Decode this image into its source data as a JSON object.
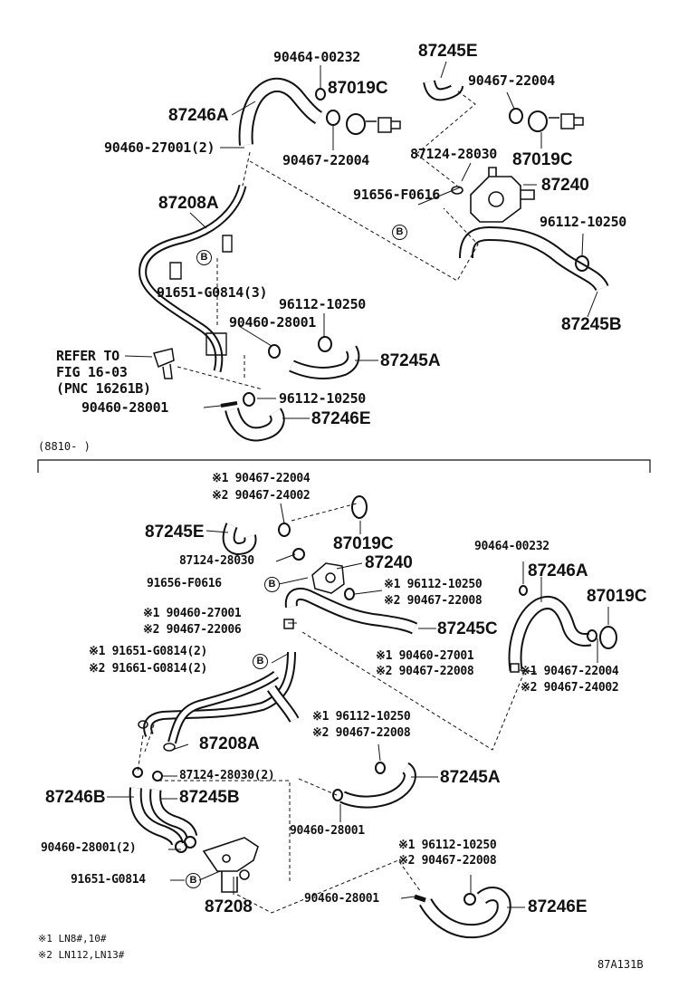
{
  "top": {
    "labels": {
      "p90464_00232": "90464-00232",
      "p87245E": "87245E",
      "p87019C_a": "87019C",
      "p90467_22004_a": "90467-22004",
      "p87246A": "87246A",
      "p90460_27001_2": "90460-27001(2)",
      "p90467_22004_b": "90467-22004",
      "p87124_28030": "87124-28030",
      "p87019C_b": "87019C",
      "p87208A": "87208A",
      "p91656_F0616": "91656-F0616",
      "p87240": "87240",
      "p96112_10250_a": "96112-10250",
      "p91651_G0814_3": "91651-G0814(3)",
      "p96112_10250_b": "96112-10250",
      "p90460_28001_a": "90460-28001",
      "p87245A": "87245A",
      "p87245B": "87245B",
      "refer_line1": "REFER TO",
      "refer_line2": "FIG 16-03",
      "refer_line3": "(PNC 16261B)",
      "p90460_28001_b": "90460-28001",
      "p96112_10250_c": "96112-10250",
      "p87246E": "87246E"
    },
    "marker_B": "B"
  },
  "bottom": {
    "section_header": "(8810-      )",
    "labels": {
      "n1_90467_22004": "※1 90467-22004",
      "n2_90467_24002": "※2 90467-24002",
      "p87245E": "87245E",
      "p87019C_a": "87019C",
      "p87124_28030": "87124-28030",
      "p87240": "87240",
      "p91656_F0616": "91656-F0616",
      "n1_96112_10250_a": "※1 96112-10250",
      "n2_90467_22008_a": "※2 90467-22008",
      "p90464_00232": "90464-00232",
      "p87246A": "87246A",
      "p87019C_b": "87019C",
      "n1_90460_27001_a": "※1 90460-27001",
      "n2_90467_22006": "※2 90467-22006",
      "p87245C": "87245C",
      "n1_91651_G0814_2": "※1 91651-G0814(2)",
      "n2_91661_G0814_2": "※2 91661-G0814(2)",
      "n1_90460_27001_b": "※1 90460-27001",
      "n2_90467_22008_b": "※2 90467-22008",
      "n1_90467_22004_b": "※1 90467-22004",
      "n2_90467_24002_b": "※2 90467-24002",
      "n1_96112_10250_b": "※1 96112-10250",
      "n2_90467_22008_c": "※2 90467-22008",
      "p87208A": "87208A",
      "p87124_28030_2": "87124-28030(2)",
      "p87245A": "87245A",
      "p87246B": "87246B",
      "p87245B": "87245B",
      "p90460_28001_a": "90460-28001",
      "p90460_28001_2": "90460-28001(2)",
      "p91651_G0814": "91651-G0814",
      "n1_96112_10250_c": "※1 96112-10250",
      "n2_90467_22008_d": "※2 90467-22008",
      "p87208": "87208",
      "p90460_28001_b": "90460-28001",
      "p87246E": "87246E"
    },
    "marker_B": "B"
  },
  "footnotes": {
    "note1": "※1 LN8#,10#",
    "note2": "※2 LN112,LN13#"
  },
  "figure_code": "87A131B"
}
